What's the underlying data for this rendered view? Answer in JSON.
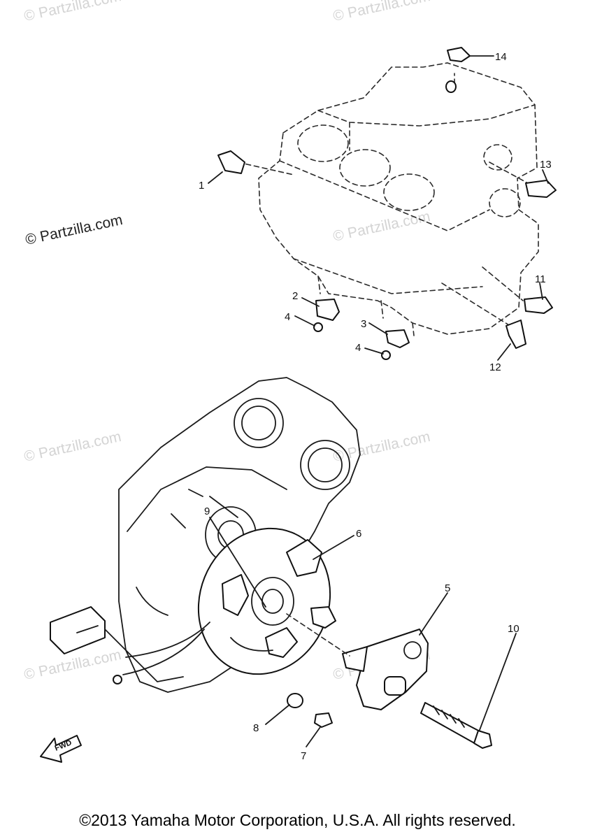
{
  "watermarks": {
    "visible": "© Partzilla.com",
    "faint": "© Partzilla.com"
  },
  "callouts": [
    "1",
    "2",
    "3",
    "4",
    "4",
    "5",
    "6",
    "7",
    "8",
    "9",
    "10",
    "11",
    "12",
    "13",
    "14"
  ],
  "forward_arrow": "FWD",
  "copyright": "©2013  Yamaha Motor Corporation, U.S.A. All rights reserved.",
  "colors": {
    "ink": "#111111",
    "watermark": "#d4d4d4",
    "background": "#ffffff"
  }
}
